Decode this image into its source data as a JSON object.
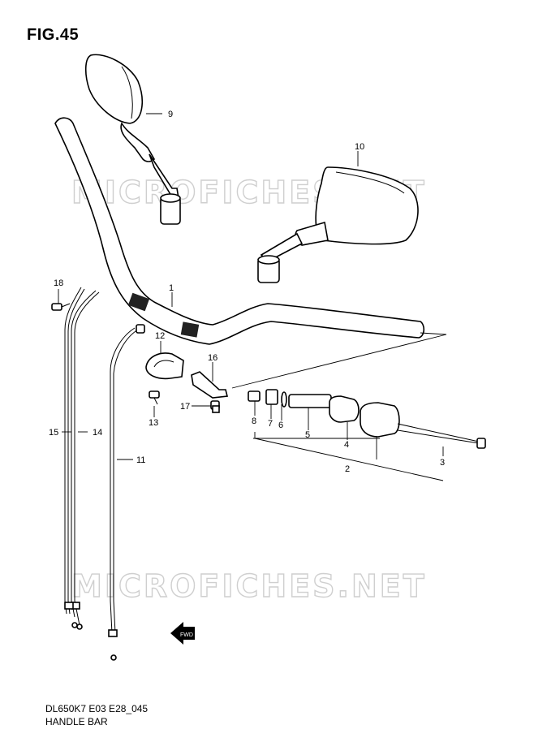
{
  "figure": {
    "title": "FIG.45",
    "code": "DL650K7 E03 E28_045",
    "name": "HANDLE BAR"
  },
  "watermark": "MICROFICHES.NET",
  "callouts": [
    "1",
    "2",
    "3",
    "4",
    "5",
    "6",
    "7",
    "8",
    "9",
    "10",
    "11",
    "12",
    "13",
    "14",
    "15",
    "16",
    "17",
    "18"
  ],
  "fwd_arrow": "FWD"
}
